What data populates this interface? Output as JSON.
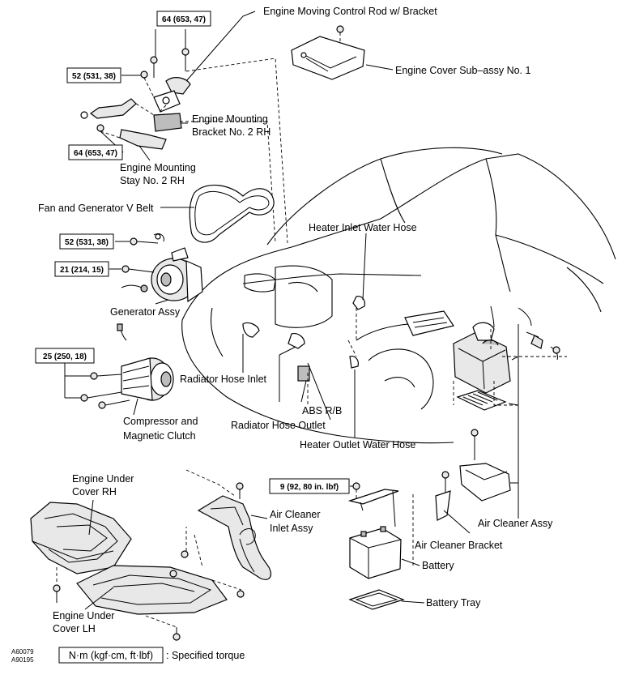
{
  "labels": {
    "engine_moving_control_rod": "Engine Moving Control Rod w/ Bracket",
    "engine_cover": "Engine Cover Sub–assy No. 1",
    "mount_bracket_l1": "Engine Mounting",
    "mount_bracket_l2": "Bracket No. 2 RH",
    "mount_stay_l1": "Engine Mounting",
    "mount_stay_l2": "Stay No. 2 RH",
    "v_belt": "Fan and Generator V Belt",
    "heater_inlet": "Heater Inlet Water Hose",
    "generator": "Generator Assy",
    "radiator_inlet": "Radiator Hose Inlet",
    "abs_rb": "ABS R/B",
    "radiator_outlet": "Radiator Hose Outlet",
    "heater_outlet": "Heater Outlet Water Hose",
    "compressor_l1": "Compressor  and",
    "compressor_l2": "Magnetic Clutch",
    "under_cover_rh_l1": "Engine Under",
    "under_cover_rh_l2": "Cover RH",
    "under_cover_lh_l1": "Engine Under",
    "under_cover_lh_l2": "Cover LH",
    "air_cleaner_inlet_l1": "Air Cleaner",
    "air_cleaner_inlet_l2": "Inlet Assy",
    "air_cleaner_bracket": "Air Cleaner Bracket",
    "air_cleaner_assy": "Air Cleaner Assy",
    "battery": "Battery",
    "battery_tray": "Battery Tray"
  },
  "torques": {
    "t1": "64 (653, 47)",
    "t2": "52 (531, 38)",
    "t3": "64 (653, 47)",
    "t4": "52 (531, 38)",
    "t5": "21 (214, 15)",
    "t6": "25 (250, 18)",
    "t7": "9 (92, 80 in. lbf)"
  },
  "legend": {
    "unit": "N·m (kgf·cm, ft·lbf)",
    "text": ": Specified torque",
    "code1": "A60079",
    "code2": "A90195"
  }
}
